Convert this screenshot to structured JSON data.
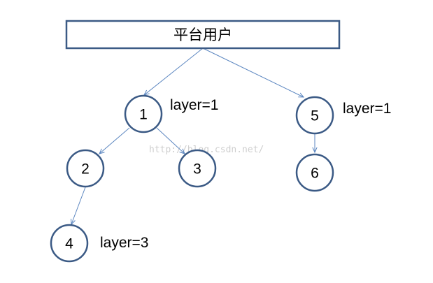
{
  "root": {
    "label": "平台用户"
  },
  "nodes": [
    {
      "id": "1",
      "label": "1"
    },
    {
      "id": "2",
      "label": "2"
    },
    {
      "id": "3",
      "label": "3"
    },
    {
      "id": "4",
      "label": "4"
    },
    {
      "id": "5",
      "label": "5"
    },
    {
      "id": "6",
      "label": "6"
    }
  ],
  "edges": [
    {
      "from": "root",
      "to": "1"
    },
    {
      "from": "root",
      "to": "5"
    },
    {
      "from": "1",
      "to": "2"
    },
    {
      "from": "1",
      "to": "3"
    },
    {
      "from": "2",
      "to": "4"
    },
    {
      "from": "5",
      "to": "6"
    }
  ],
  "annotations": {
    "node1_layer": "layer=1",
    "node5_layer": "layer=1",
    "node4_layer": "layer=3"
  },
  "watermark": "http://blog.csdn.net/",
  "colors": {
    "outline": "#3b5a85",
    "edge": "#5b86c0",
    "watermark": "#cfcfcf"
  }
}
